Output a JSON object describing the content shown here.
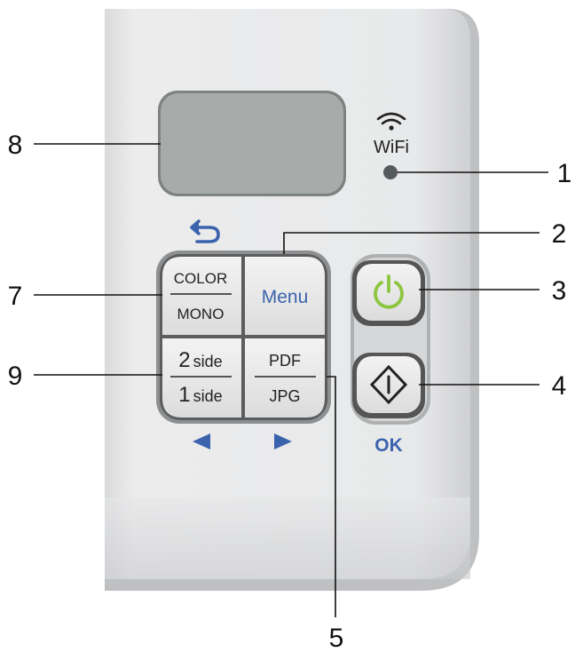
{
  "panel": {
    "wifi_label": "WiFi",
    "ok_label": "OK",
    "back_arrow": "back-arrow-icon",
    "left_arrow_icon": "triangle-left-icon",
    "right_arrow_icon": "triangle-right-icon"
  },
  "buttons": {
    "color_mono": {
      "top": "COLOR",
      "bottom": "MONO"
    },
    "menu": "Menu",
    "duplex": {
      "top_num": "2",
      "top_text": "side",
      "bottom_num": "1",
      "bottom_text": "side"
    },
    "format": {
      "top": "PDF",
      "bottom": "JPG"
    },
    "power_icon": "power-icon",
    "start_icon": "start-diamond-icon"
  },
  "callouts": [
    "1",
    "2",
    "3",
    "4",
    "5",
    "7",
    "8",
    "9"
  ],
  "colors": {
    "accent_blue": "#3b63ad",
    "power_green": "#8cc63f",
    "panel_gray": "#e6e7e8",
    "display_gray": "#a7aba9"
  }
}
